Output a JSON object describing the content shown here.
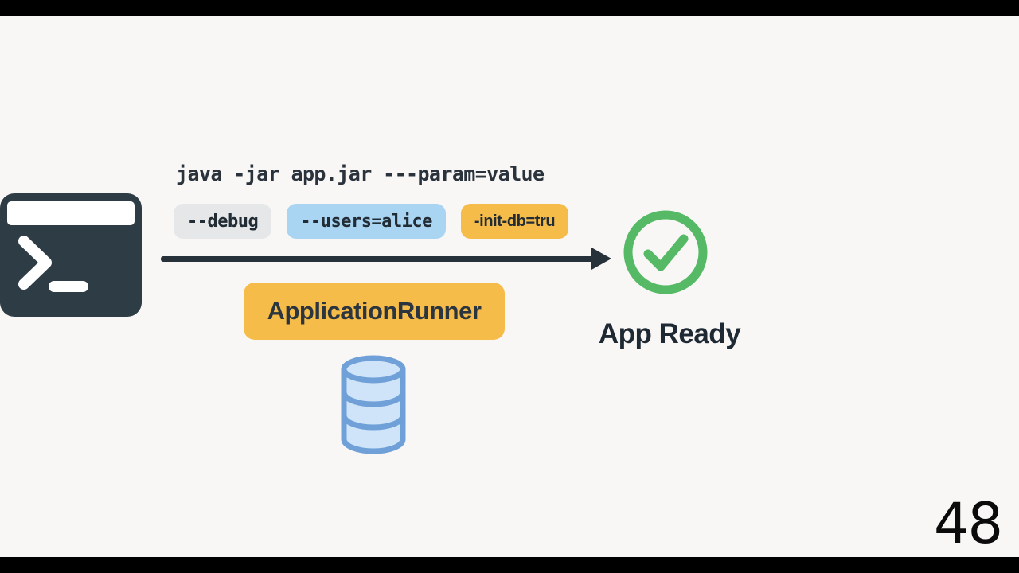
{
  "command_line": {
    "text": "java -jar app.jar ---param=value"
  },
  "flags": [
    {
      "label": "--debug"
    },
    {
      "label": "--users=alice"
    },
    {
      "label": "-init-db=tru"
    }
  ],
  "runner": {
    "label": "ApplicationRunner"
  },
  "status": {
    "label": "App Ready"
  },
  "slide_number": "48",
  "icons": [
    "terminal-icon",
    "check-circle-icon",
    "database-icon",
    "arrow-right"
  ],
  "colors": {
    "bg": "#f8f7f5",
    "bar": "#000000",
    "ink": "#2a333c",
    "terminal": "#2e3c46",
    "badge-gray": "#e5e7e8",
    "badge-blue": "#a9d5f3",
    "accent-yellow": "#f6bc49",
    "green": "#55b966",
    "db-fill": "#cfe4f8",
    "db-stroke": "#6fa0d8",
    "arrow": "#26313a"
  }
}
